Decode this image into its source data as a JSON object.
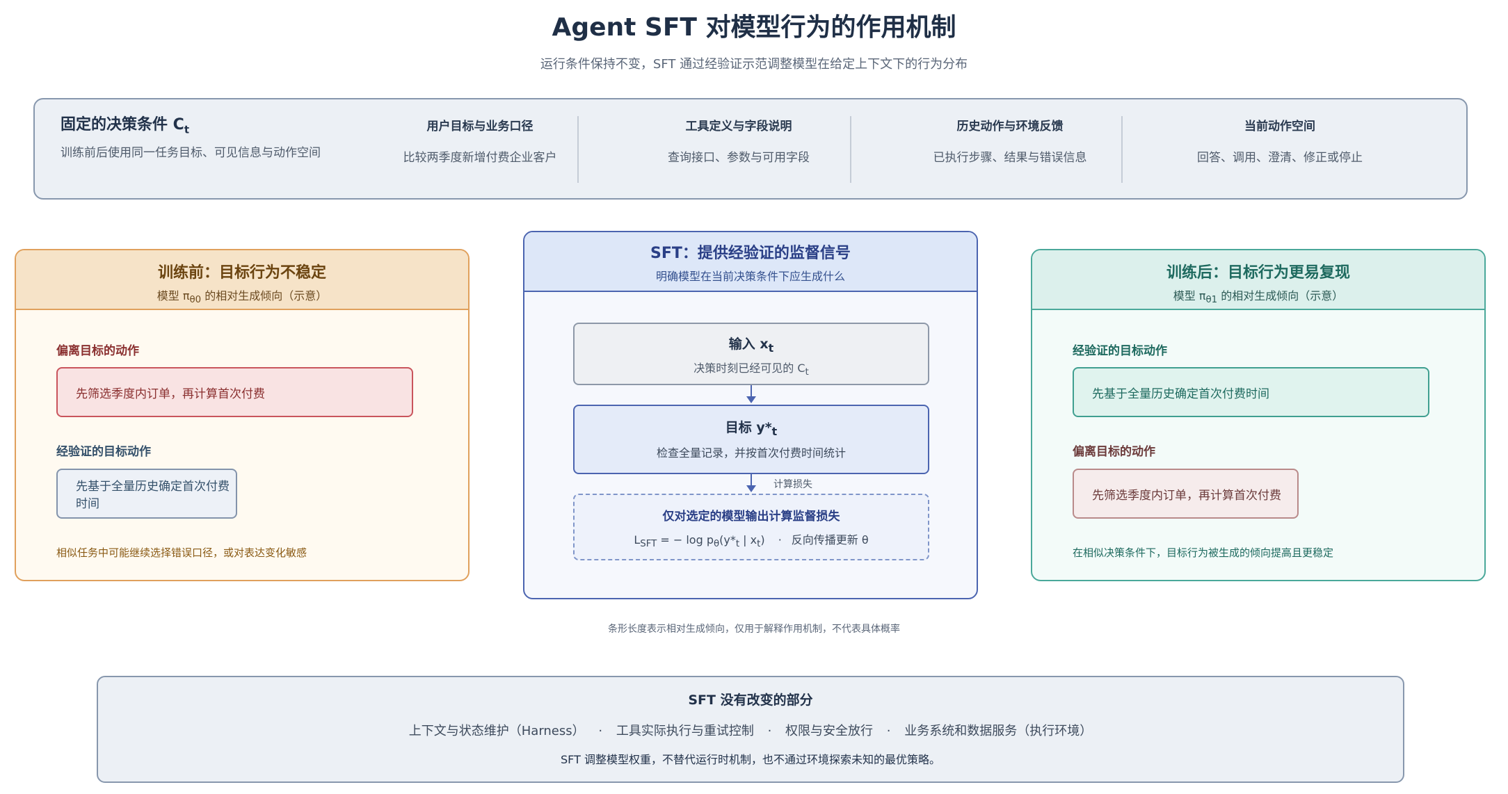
{
  "header": {
    "title": "Agent SFT 对模型行为的作用机制",
    "subtitle": "运行条件保持不变，SFT 通过经验证示范调整模型在给定上下文下的行为分布"
  },
  "context": {
    "title": "固定的决策条件 C",
    "title_sub": "t",
    "desc": "训练前后使用同一任务目标、可见信息与动作空间",
    "columns": [
      {
        "title": "用户目标与业务口径",
        "desc": "比较两季度新增付费企业客户"
      },
      {
        "title": "工具定义与字段说明",
        "desc": "查询接口、参数与可用字段"
      },
      {
        "title": "历史动作与环境反馈",
        "desc": "已执行步骤、结果与错误信息"
      },
      {
        "title": "当前动作空间",
        "desc": "回答、调用、澄清、修正或停止"
      }
    ]
  },
  "before": {
    "title": "训练前：目标行为不稳定",
    "sub_prefix": "模型 π",
    "sub_script": "θ0",
    "sub_suffix": " 的相对生成倾向（示意）",
    "off_label": "偏离目标的动作",
    "off_action": "先筛选季度内订单，再计算首次付费",
    "off_share": 0.87,
    "good_label": "经验证的目标动作",
    "good_action": "先基于全量历史确定首次付费时间",
    "good_share": 0.44,
    "note": "相似任务中可能继续选择错误口径，或对表达变化敏感"
  },
  "sft": {
    "title": "SFT：提供经验证的监督信号",
    "subtitle": "明确模型在当前决策条件下应生成什么",
    "input_title": "输入 x",
    "input_sub": "t",
    "input_desc_prefix": "决策时刻已经可见的 C",
    "input_desc_sub": "t",
    "target_title": "目标 y*",
    "target_sub": "t",
    "target_desc": "检查全量记录，并按首次付费时间统计",
    "arrow_label": "计算损失",
    "loss_title": "仅对选定的模型输出计算监督损失",
    "loss_formula": {
      "L": "L",
      "L_sub": "SFT",
      "mid1": " = − log p",
      "p_sub": "θ",
      "mid2": "(y*",
      "y_sub": "t",
      "mid3": " | x",
      "x_sub": "t",
      "end": ")",
      "sep": "·",
      "update": "反向传播更新 θ"
    }
  },
  "after": {
    "title": "训练后：目标行为更易复现",
    "sub_prefix": "模型 π",
    "sub_script": "θ1",
    "sub_suffix": " 的相对生成倾向（示意）",
    "good_label": "经验证的目标动作",
    "good_action": "先基于全量历史确定首次付费时间",
    "good_share": 0.87,
    "off_label": "偏离目标的动作",
    "off_action": "先筛选季度内订单，再计算首次付费",
    "off_share": 0.55,
    "note": "在相似决策条件下，目标行为被生成的倾向提高且更稳定"
  },
  "caption": "条形长度表示相对生成倾向，仅用于解释作用机制，不代表具体概率",
  "unchanged": {
    "title": "SFT 没有改变的部分",
    "items": [
      "上下文与状态维护（Harness）",
      "工具实际执行与重试控制",
      "权限与安全放行",
      "业务系统和数据服务（执行环境）"
    ],
    "sep": "·",
    "summary": "SFT 调整模型权重，不替代运行时机制，也不通过环境探索未知的最优策略。"
  },
  "colors": {
    "before_border": "#e0a05c",
    "before_head": "#f6e3c8",
    "after_border": "#4aa89a",
    "after_head": "#dcf0ec",
    "sft_border": "#4b64b0",
    "sft_head": "#dde7f8",
    "off_fill": "#f9e3e3",
    "off_border": "#c9545c",
    "good_fill": "#edf1f7",
    "good_border": "#8393ab"
  }
}
